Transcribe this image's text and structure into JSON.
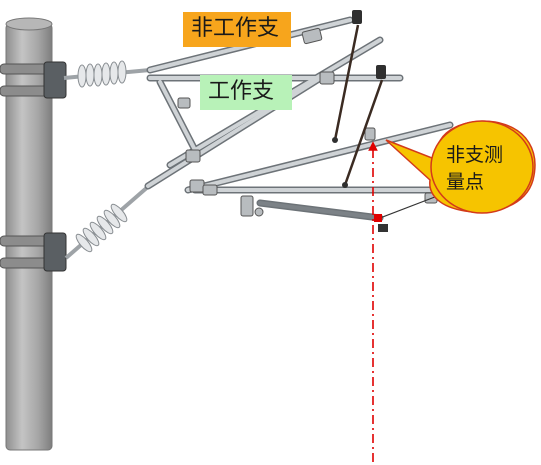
{
  "labels": {
    "non_working_support": "非工作支",
    "working_support": "工作支",
    "measuring_point_line1": "非支测",
    "measuring_point_line2": "量点"
  },
  "colors": {
    "mast": "#a9a9a9",
    "non_working_tag_bg": "#f7a51c",
    "working_tag_bg": "#b8f2b8",
    "callout_fill": "#f6c400",
    "callout_stroke": "#d33a1a",
    "measure_line": "#e00000",
    "tube": "#cfd3d6",
    "tube_edge": "#6d7378",
    "insulator": "#e6e8ea"
  },
  "icons": {
    "measuring_point": "red-arrow-up-icon"
  }
}
